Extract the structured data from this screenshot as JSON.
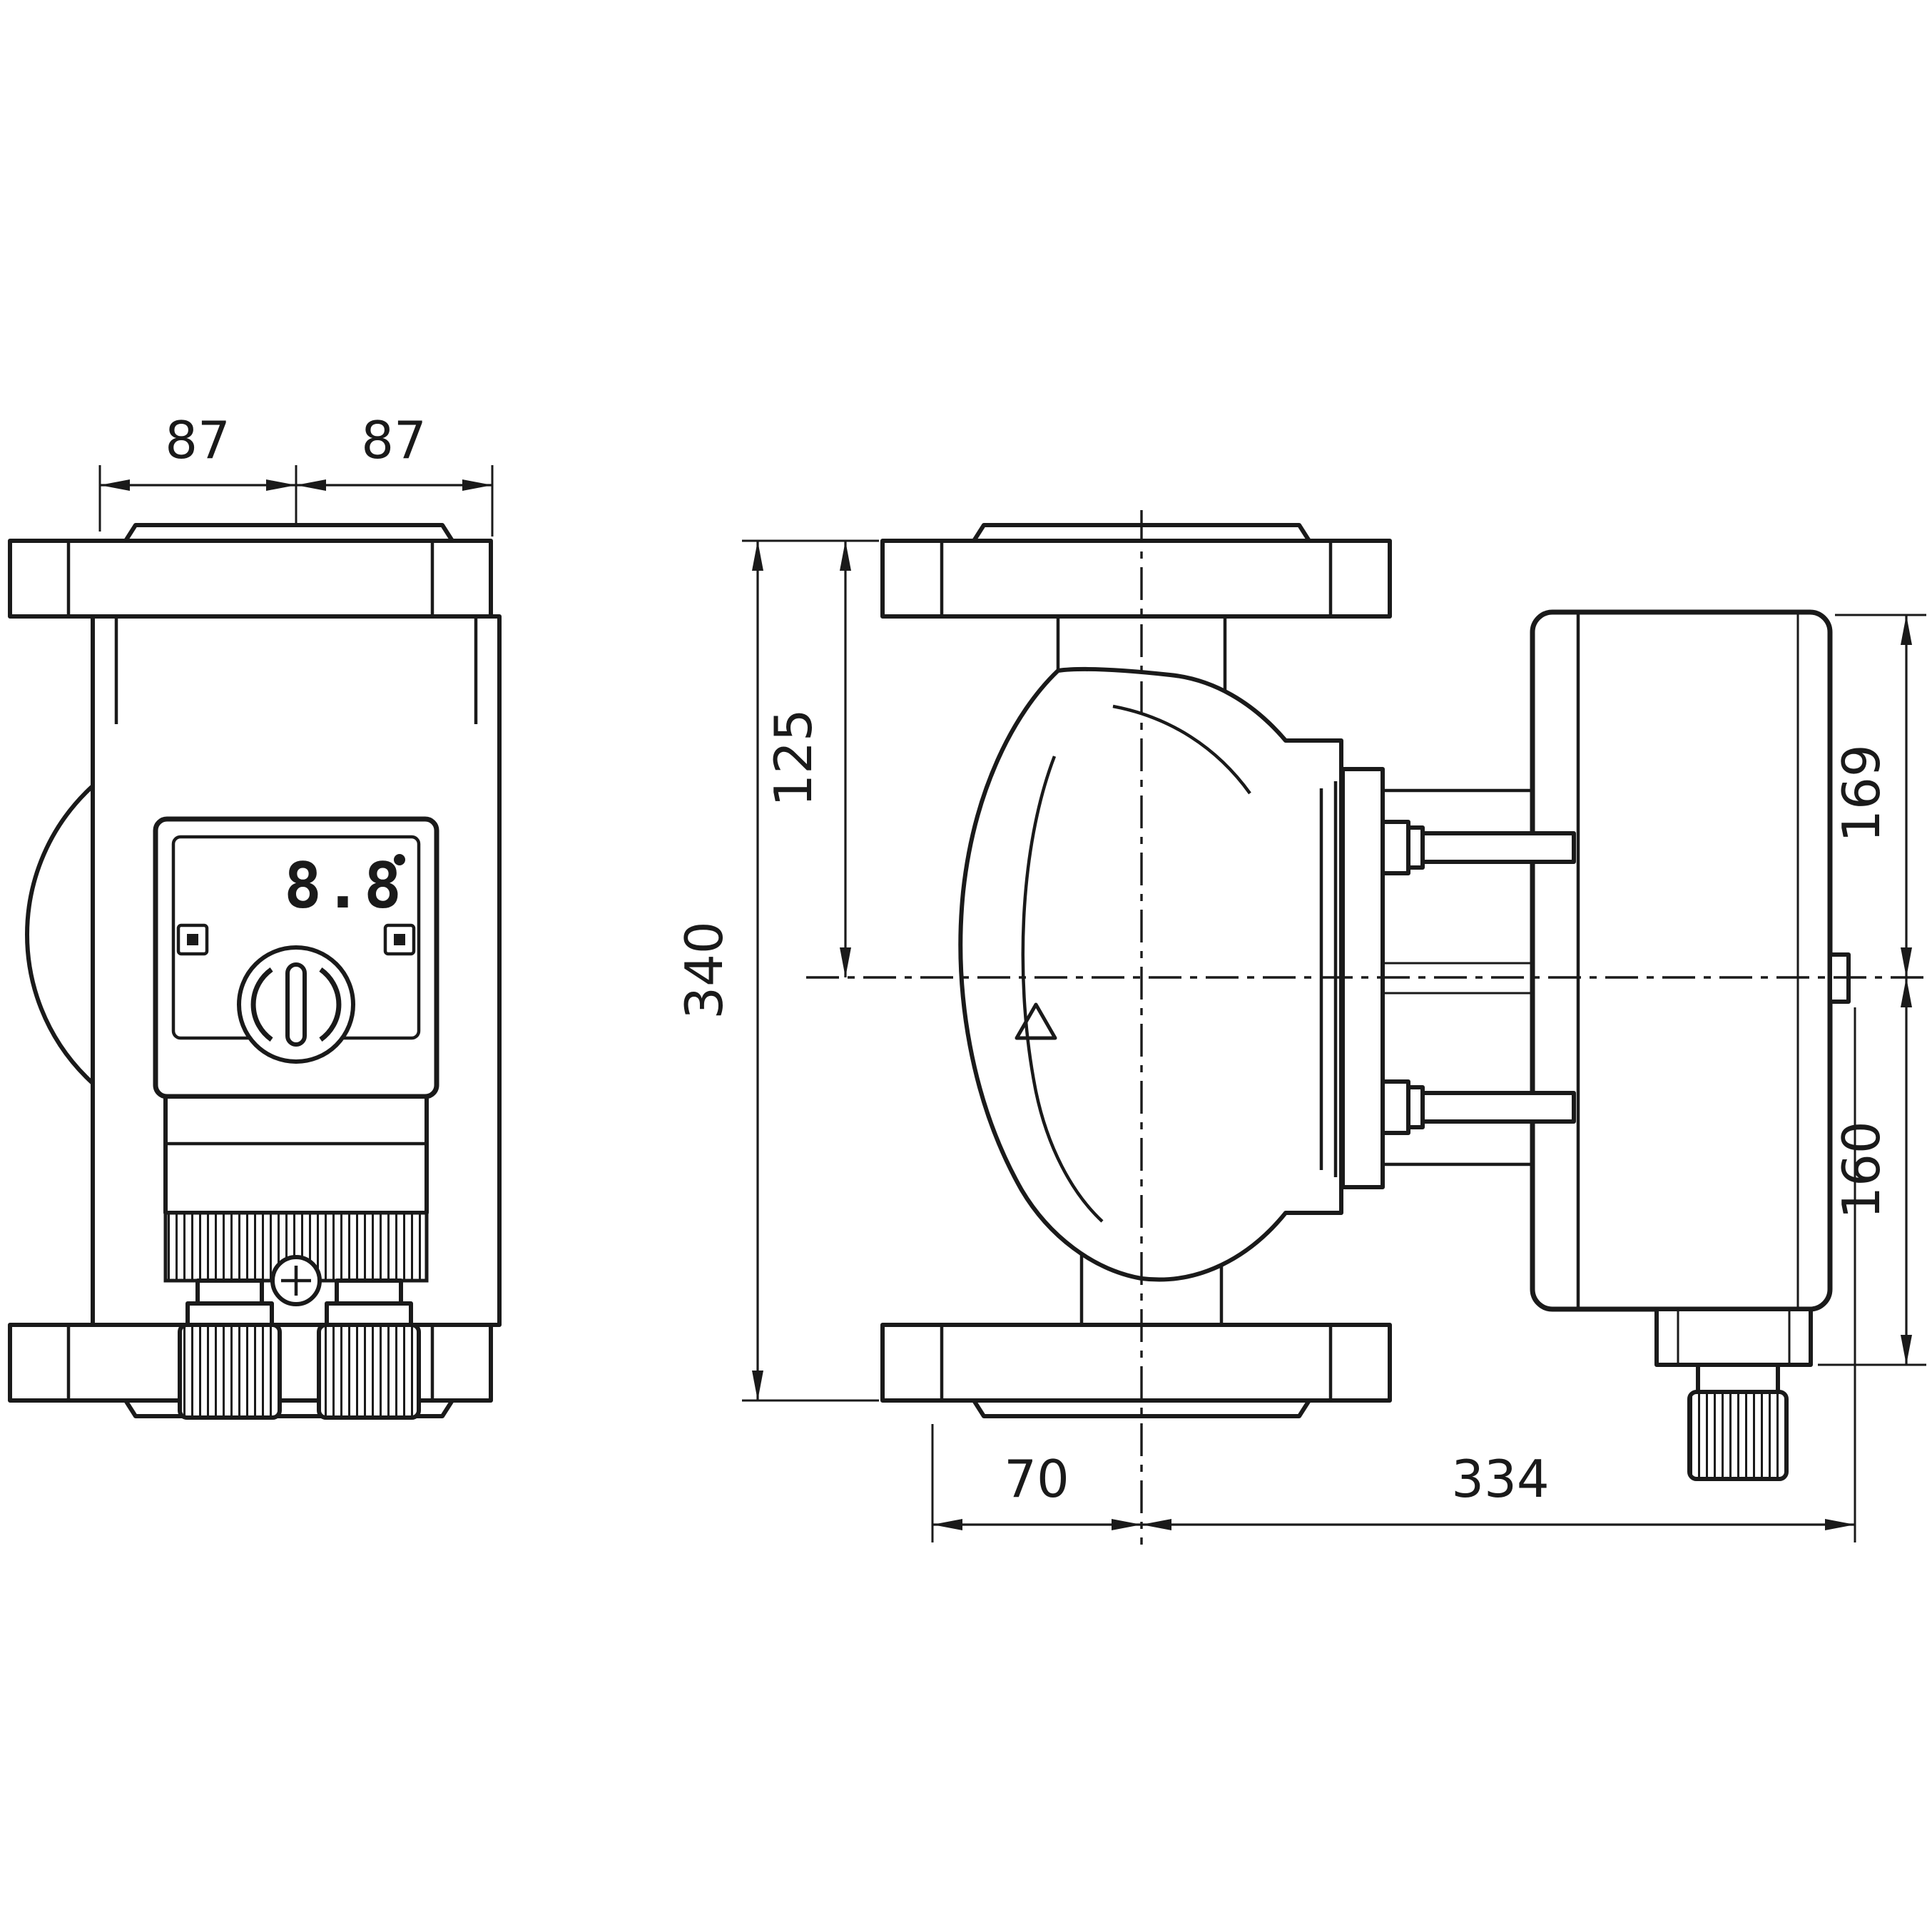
{
  "page": {
    "background": "#ffffff",
    "line_color": "#1a1a1a",
    "description": "Dimensional drawing of an inline circulation pump, front view and side view"
  },
  "front_view": {
    "name": "front-view",
    "display_value": "8.8",
    "dimensions": {
      "left_width": "87",
      "right_width": "87"
    }
  },
  "side_view": {
    "name": "side-view",
    "dimensions": {
      "flange_to_axis": "125",
      "overall_height": "340",
      "axis_to_top": "169",
      "axis_to_bottom": "160",
      "axis_to_flange_edge": "70",
      "axis_to_motor_end": "334"
    }
  }
}
